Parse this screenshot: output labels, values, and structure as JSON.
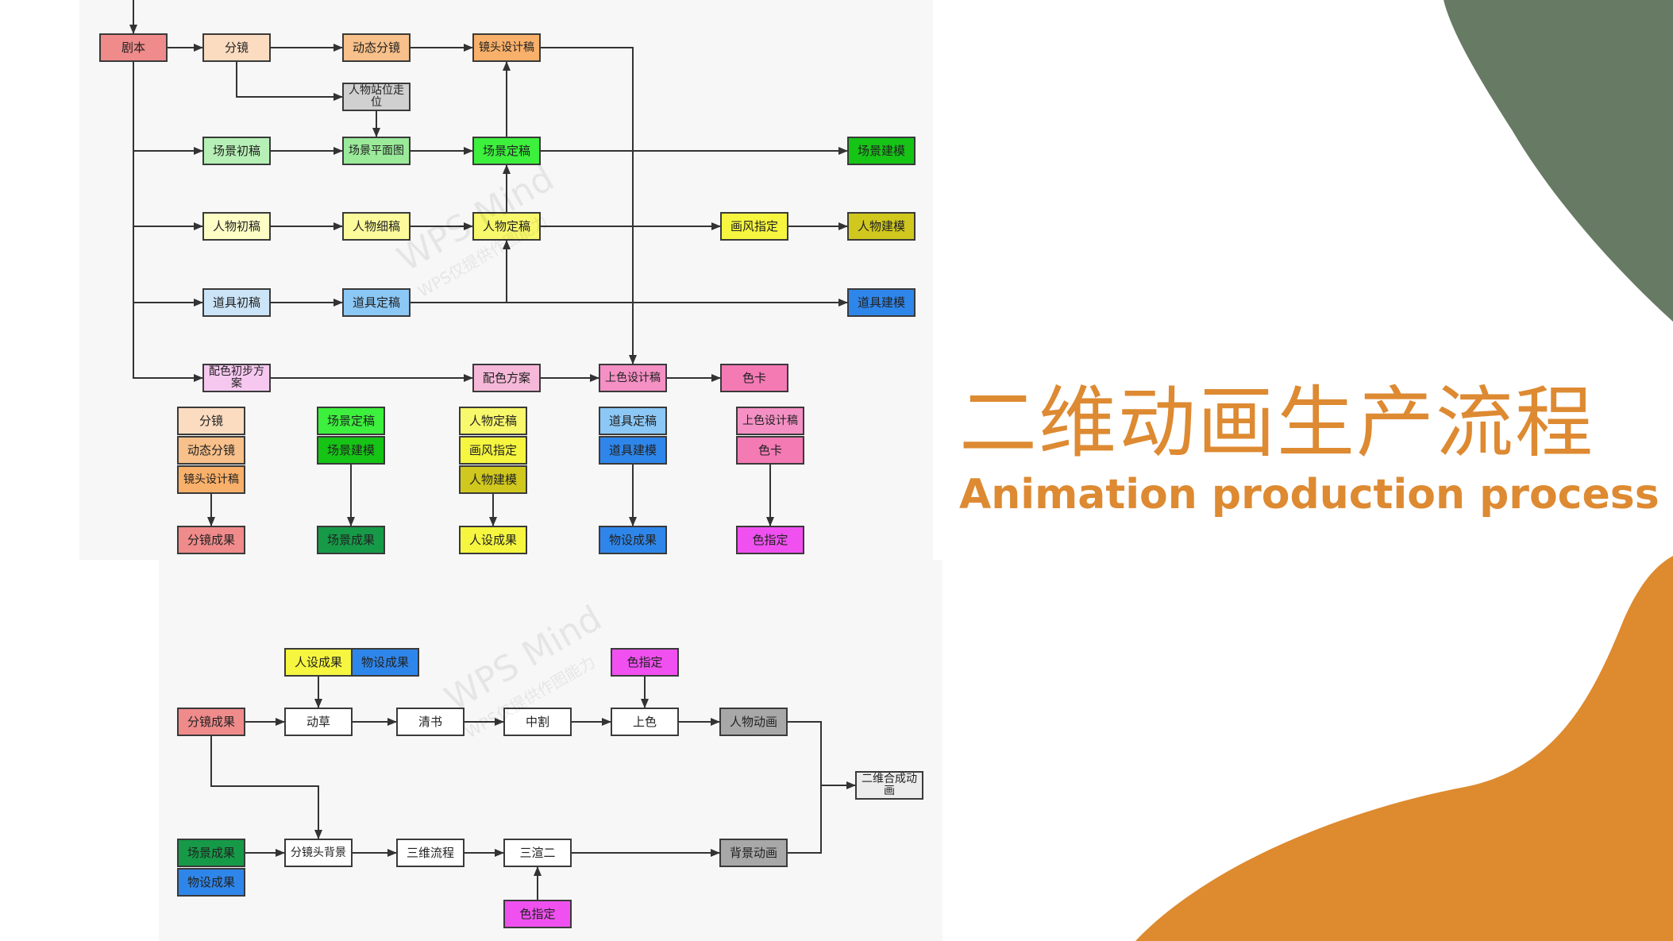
{
  "title": {
    "chinese": "二维动画生产流程",
    "english": "Animation production process",
    "color": "#dd8a32"
  },
  "decor_colors": {
    "green_blob": "#677a64",
    "orange_blob": "#de8a2f",
    "panel": "#f7f7f7"
  },
  "watermark": {
    "main": "WPS Mind",
    "sub": "WPS仅提供作图能力"
  },
  "nodes": {
    "n_jb": {
      "label": "剧本",
      "color": "#f08b8b"
    },
    "n_fj": {
      "label": "分镜",
      "color": "#fbdcc0"
    },
    "n_dtfj": {
      "label": "动态分镜",
      "color": "#f8c08a"
    },
    "n_jtsjg": {
      "label": "镜头设计稿",
      "color": "#f8b06a"
    },
    "n_rwzw": {
      "label": "人物站位走位",
      "color": "#d0d0d0"
    },
    "n_cjcg": {
      "label": "场景初稿",
      "color": "#b6f0b6"
    },
    "n_cjpmt": {
      "label": "场景平面图",
      "color": "#9aea9a"
    },
    "n_cjdg": {
      "label": "场景定稿",
      "color": "#3df03d"
    },
    "n_cjjm": {
      "label": "场景建模",
      "color": "#16c416"
    },
    "n_rwcg": {
      "label": "人物初稿",
      "color": "#fdfdc6"
    },
    "n_rwxg": {
      "label": "人物细稿",
      "color": "#fbfb9c"
    },
    "n_rwdg": {
      "label": "人物定稿",
      "color": "#f8f86c"
    },
    "n_hfzd": {
      "label": "画风指定",
      "color": "#f6f640"
    },
    "n_rwjm": {
      "label": "人物建模",
      "color": "#d0c81e"
    },
    "n_djcg": {
      "label": "道具初稿",
      "color": "#cce4f8"
    },
    "n_djdg": {
      "label": "道具定稿",
      "color": "#8cc8f6"
    },
    "n_djjm": {
      "label": "道具建模",
      "color": "#2f86ea"
    },
    "n_psfa0": {
      "label": "配色初步方案",
      "color": "#f6c8f0"
    },
    "n_psfa": {
      "label": "配色方案",
      "color": "#f6b8d8"
    },
    "n_ssjg": {
      "label": "上色设计稿",
      "color": "#f490c4"
    },
    "n_sk": {
      "label": "色卡",
      "color": "#f47ab4"
    },
    "g1_fj": {
      "label": "分镜",
      "color": "#fbdcc0"
    },
    "g1_dtfj": {
      "label": "动态分镜",
      "color": "#f8c08a"
    },
    "g1_jtsjg": {
      "label": "镜头设计稿",
      "color": "#f8b06a"
    },
    "g1_res": {
      "label": "分镜成果",
      "color": "#f08b8b"
    },
    "g2_cjdg": {
      "label": "场景定稿",
      "color": "#3df03d"
    },
    "g2_cjjm": {
      "label": "场景建模",
      "color": "#16c416"
    },
    "g2_res": {
      "label": "场景成果",
      "color": "#169a48"
    },
    "g3_rwdg": {
      "label": "人物定稿",
      "color": "#f8f86c"
    },
    "g3_hfzd": {
      "label": "画风指定",
      "color": "#f6f640"
    },
    "g3_rwjm": {
      "label": "人物建模",
      "color": "#d0c81e"
    },
    "g3_res": {
      "label": "人设成果",
      "color": "#f6f640"
    },
    "g4_djdg": {
      "label": "道具定稿",
      "color": "#8cc8f6"
    },
    "g4_djjm": {
      "label": "道具建模",
      "color": "#2f86ea"
    },
    "g4_res": {
      "label": "物设成果",
      "color": "#2f86ea"
    },
    "g5_ssjg": {
      "label": "上色设计稿",
      "color": "#f490c4"
    },
    "g5_sk": {
      "label": "色卡",
      "color": "#f47ab4"
    },
    "g5_res": {
      "label": "色指定",
      "color": "#f050f0"
    },
    "b_rscg": {
      "label": "人设成果",
      "color": "#f6f640"
    },
    "b_wscg": {
      "label": "物设成果",
      "color": "#2f86ea"
    },
    "b_szd1": {
      "label": "色指定",
      "color": "#f050f0"
    },
    "b_fjcg": {
      "label": "分镜成果",
      "color": "#f08b8b"
    },
    "b_dc": {
      "label": "动草",
      "color": "#ffffff"
    },
    "b_qs": {
      "label": "清书",
      "color": "#ffffff"
    },
    "b_zw": {
      "label": "中割",
      "color": "#ffffff"
    },
    "b_ss": {
      "label": "上色",
      "color": "#ffffff"
    },
    "b_rwdh": {
      "label": "人物动画",
      "color": "#a8a8a8"
    },
    "b_ewhc": {
      "label": "二维合成动画",
      "color": "#ececec"
    },
    "b_cjcg": {
      "label": "场景成果",
      "color": "#169a48"
    },
    "b_wscg2": {
      "label": "物设成果",
      "color": "#2f86ea"
    },
    "b_fjtbj": {
      "label": "分镜头背景",
      "color": "#ffffff"
    },
    "b_swlc": {
      "label": "三维流程",
      "color": "#ffffff"
    },
    "b_sxe": {
      "label": "三渲二",
      "color": "#ffffff"
    },
    "b_bjdh": {
      "label": "背景动画",
      "color": "#a8a8a8"
    },
    "b_szd2": {
      "label": "色指定",
      "color": "#f050f0"
    }
  }
}
